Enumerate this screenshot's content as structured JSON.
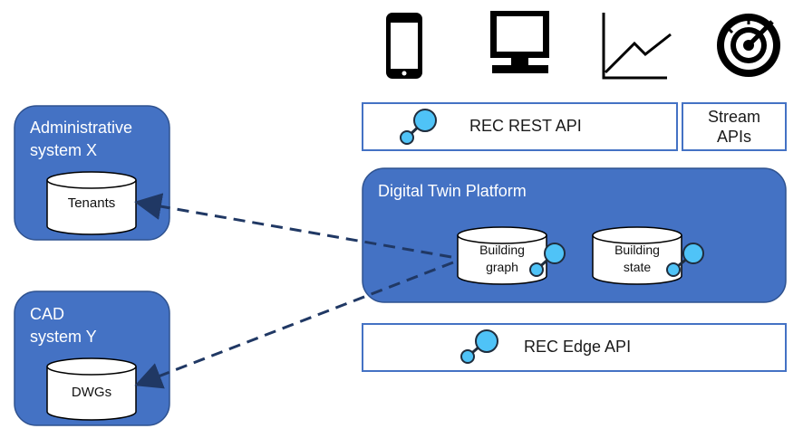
{
  "icons": [
    "smartphone-icon",
    "monitor-icon",
    "line-chart-icon",
    "gauge-icon"
  ],
  "admin_system": {
    "title_line1": "Administrative",
    "title_line2": "system X",
    "store": "Tenants"
  },
  "cad_system": {
    "title_line1": "CAD",
    "title_line2": "system Y",
    "store": "DWGs"
  },
  "rest_api": {
    "label": "REC REST API"
  },
  "stream_apis": {
    "line1": "Stream",
    "line2": "APIs"
  },
  "platform": {
    "title": "Digital Twin Platform",
    "graph_store": {
      "line1": "Building",
      "line2": "graph"
    },
    "state_store": {
      "line1": "Building",
      "line2": "state"
    }
  },
  "edge_api": {
    "label": "REC Edge API"
  },
  "colors": {
    "box_fill": "#4472c4",
    "box_border": "#2f528f",
    "connector": "#4fc3f7",
    "arrow": "#203864"
  }
}
